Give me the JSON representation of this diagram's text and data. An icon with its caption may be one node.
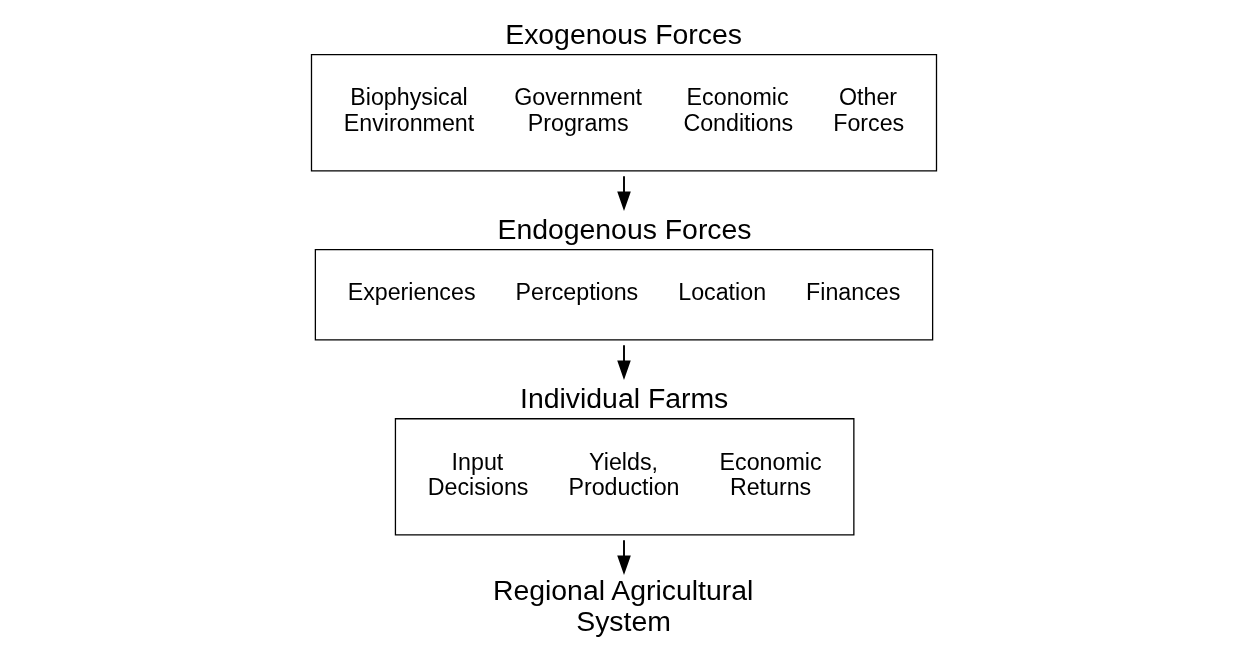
{
  "diagram": {
    "nodes": [
      {
        "text": [
          "Exogenous Forces",
          "Biophysical Environment",
          "Government Programs",
          "Economic Conditions",
          "Other Forces"
        ]
      },
      {
        "text": [
          "Endogenous Forces",
          "Experiences",
          "Perceptions",
          "Location",
          "Finances"
        ]
      },
      {
        "text": [
          "Individual Farms",
          "Input Decisions",
          "Yields, Production",
          "Economic Returns"
        ]
      },
      {
        "text": [
          "Regional Agricultural System"
        ]
      }
    ],
    "edges": [
      {
        "from": 0,
        "to": 1,
        "arrow": "to"
      },
      {
        "from": 1,
        "to": 2,
        "arrow": "to"
      },
      {
        "from": 2,
        "to": 3,
        "arrow": "to"
      }
    ]
  }
}
